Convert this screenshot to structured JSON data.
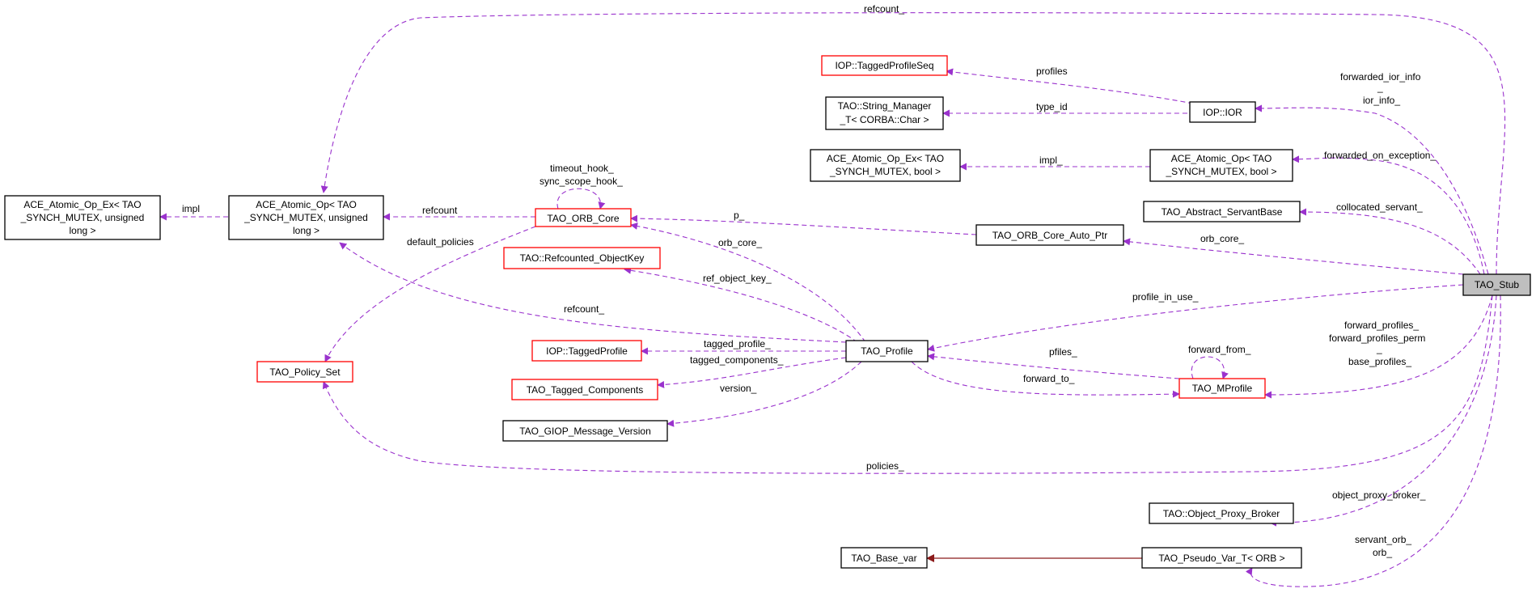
{
  "colors": {
    "edge_usage": "#9a32cd",
    "edge_inherit": "#8b1a1a",
    "node_border_default": "#000000",
    "node_border_incomplete": "#ff0000",
    "node_fill_focus": "#bfbfbf"
  },
  "nodes": {
    "tao_stub": {
      "lines": [
        "TAO_Stub"
      ]
    },
    "ace_atomic_op_ex_long": {
      "lines": [
        "ACE_Atomic_Op_Ex< TAO",
        "_SYNCH_MUTEX, unsigned",
        "long >"
      ]
    },
    "ace_atomic_op_long": {
      "lines": [
        "ACE_Atomic_Op< TAO",
        "_SYNCH_MUTEX, unsigned",
        "long >"
      ]
    },
    "tao_orb_core": {
      "lines": [
        "TAO_ORB_Core"
      ]
    },
    "tao_policy_set": {
      "lines": [
        "TAO_Policy_Set"
      ]
    },
    "iop_tagged_profile_seq": {
      "lines": [
        "IOP::TaggedProfileSeq"
      ]
    },
    "tao_string_manager": {
      "lines": [
        "TAO::String_Manager",
        "_T< CORBA::Char >"
      ]
    },
    "iop_ior": {
      "lines": [
        "IOP::IOR"
      ]
    },
    "ace_atomic_op_ex_bool": {
      "lines": [
        "ACE_Atomic_Op_Ex< TAO",
        "_SYNCH_MUTEX, bool >"
      ]
    },
    "ace_atomic_op_bool": {
      "lines": [
        "ACE_Atomic_Op< TAO",
        "_SYNCH_MUTEX, bool >"
      ]
    },
    "tao_abstract_servantbase": {
      "lines": [
        "TAO_Abstract_ServantBase"
      ]
    },
    "tao_orb_core_auto_ptr": {
      "lines": [
        "TAO_ORB_Core_Auto_Ptr"
      ]
    },
    "tao_refcounted_objectkey": {
      "lines": [
        "TAO::Refcounted_ObjectKey"
      ]
    },
    "iop_tagged_profile": {
      "lines": [
        "IOP::TaggedProfile"
      ]
    },
    "tao_tagged_components": {
      "lines": [
        "TAO_Tagged_Components"
      ]
    },
    "tao_giop_message_version": {
      "lines": [
        "TAO_GIOP_Message_Version"
      ]
    },
    "tao_profile": {
      "lines": [
        "TAO_Profile"
      ]
    },
    "tao_mprofile": {
      "lines": [
        "TAO_MProfile"
      ]
    },
    "tao_object_proxy_broker": {
      "lines": [
        "TAO::Object_Proxy_Broker"
      ]
    },
    "tao_base_var": {
      "lines": [
        "TAO_Base_var"
      ]
    },
    "tao_pseudo_var_t": {
      "lines": [
        "TAO_Pseudo_Var_T< ORB >"
      ]
    }
  },
  "edge_labels": {
    "refcount_top": "refcount_",
    "impl_long": "impl",
    "refcount_core": "refcount",
    "timeout_hook": "timeout_hook_",
    "sync_scope_hook": "sync_scope_hook_",
    "default_policies": "default_policies",
    "profiles": "profiles",
    "type_id": "type_id",
    "forwarded_ior_info": "forwarded_ior_info",
    "forwarded_ior_info_cont": "_",
    "ior_info": "ior_info_",
    "impl_bool": "impl_",
    "forwarded_on_exception": "forwarded_on_exception_",
    "p": "p_",
    "collocated_servant": "collocated_servant_",
    "orb_core_profile": "orb_core_",
    "orb_core_stub": "orb_core_",
    "ref_object_key": "ref_object_key_",
    "refcount_profile": "refcount_",
    "profile_in_use": "profile_in_use_",
    "tagged_profile": "tagged_profile_",
    "tagged_components": "tagged_components_",
    "version": "version_",
    "pfiles": "pfiles_",
    "forward_from": "forward_from_",
    "forward_to": "forward_to_",
    "forward_profiles": "forward_profiles_",
    "forward_profiles_perm": "forward_profiles_perm",
    "forward_profiles_perm_cont": "_",
    "base_profiles": "base_profiles_",
    "policies": "policies_",
    "object_proxy_broker": "object_proxy_broker_",
    "servant_orb": "servant_orb_",
    "orb": "orb_"
  }
}
